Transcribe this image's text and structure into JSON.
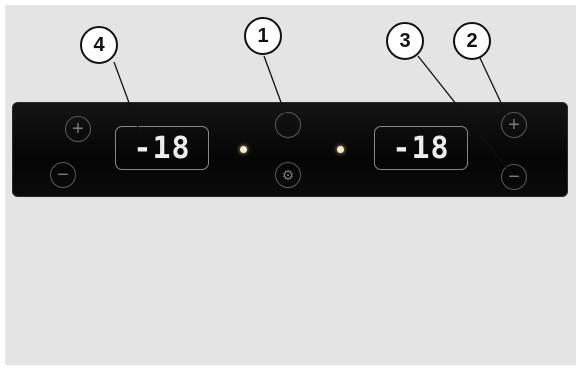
{
  "callouts": {
    "c1": "1",
    "c2": "2",
    "c3": "3",
    "c4": "4"
  },
  "left_display": {
    "temperature": "-18"
  },
  "right_display": {
    "temperature": "-18"
  },
  "buttons": {
    "left_plus": "+",
    "left_minus": "−",
    "right_plus": "+",
    "right_minus": "−"
  },
  "icons": {
    "center_top_button": "power-button-icon",
    "center_bottom_button": "settings-gear-icon",
    "left_led": "led-indicator-icon",
    "right_led": "led-indicator-icon"
  },
  "colors": {
    "panel": "#0a0a0a",
    "display_text": "#ededed",
    "led": "#f3ecd2",
    "callout_border": "#111111",
    "background": "#e4e4e4"
  }
}
